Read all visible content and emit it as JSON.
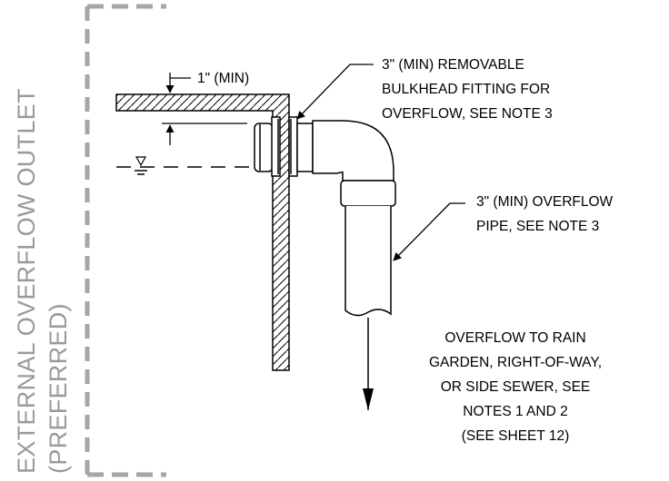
{
  "title": {
    "line1": "EXTERNAL OVERFLOW OUTLET",
    "line2": "(PREFERRED)"
  },
  "callouts": {
    "freeboard": "1\" (MIN)",
    "bulkhead": [
      "3\" (MIN) REMOVABLE",
      "BULKHEAD FITTING FOR",
      "OVERFLOW, SEE NOTE 3"
    ],
    "pipe": [
      "3\" (MIN) OVERFLOW",
      "PIPE, SEE NOTE 3"
    ],
    "discharge": [
      "OVERFLOW TO RAIN",
      "GARDEN, RIGHT-OF-WAY,",
      "OR SIDE SEWER, SEE",
      "NOTES 1 AND 2",
      "(SEE SHEET 12)"
    ]
  },
  "colors": {
    "line": "#000000",
    "title_gray": "#9a9a9a",
    "border_gray": "#a6a6a6"
  }
}
